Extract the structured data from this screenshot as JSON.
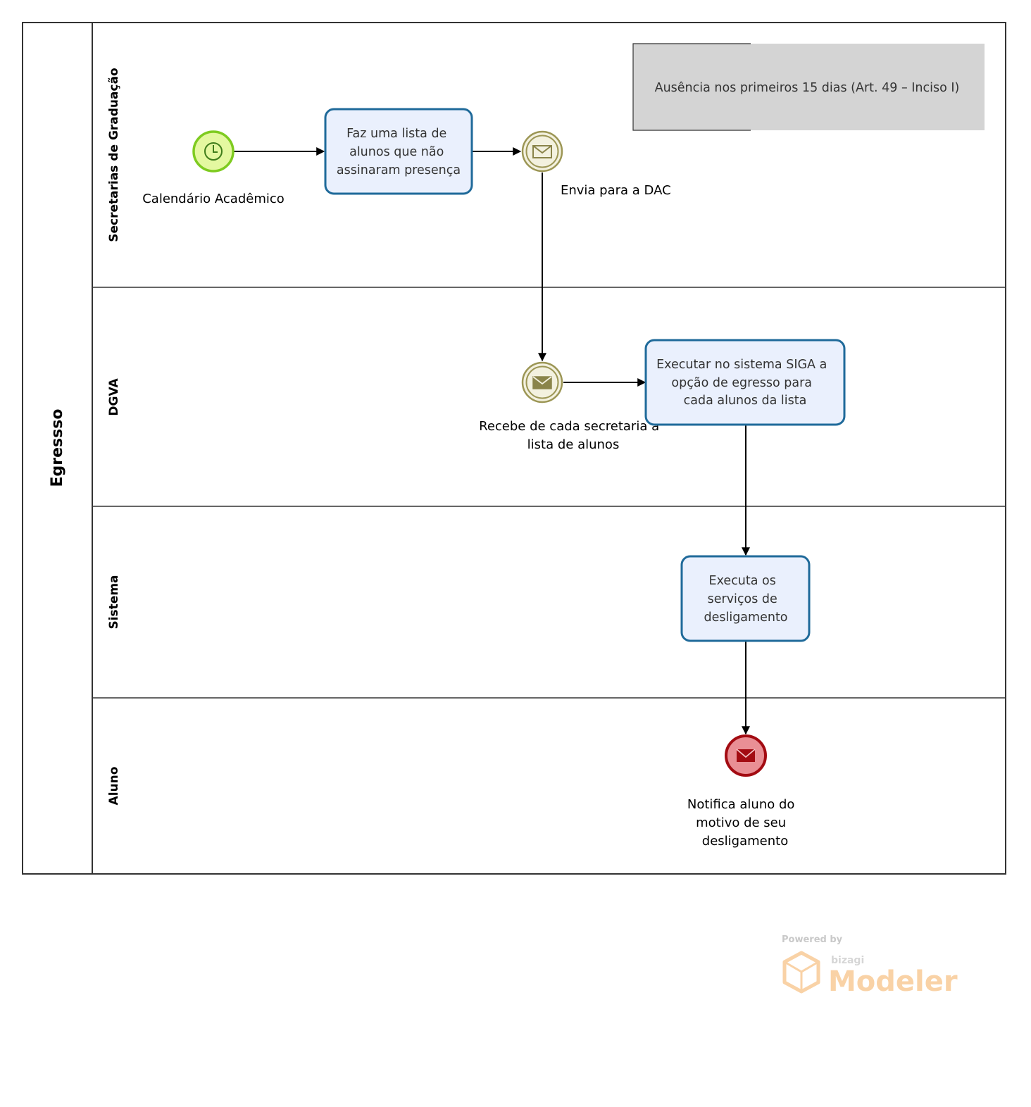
{
  "pool": {
    "title": "Egressso"
  },
  "lanes": [
    {
      "title": "Secretarias de Graduação"
    },
    {
      "title": "DGVA"
    },
    {
      "title": "Sistema"
    },
    {
      "title": "Aluno"
    }
  ],
  "annotation": {
    "text": "Ausência nos primeiros 15 dias (Art. 49 – Inciso I)"
  },
  "events": {
    "start": {
      "label": "Calendário Acadêmico",
      "icon": "clock-icon"
    },
    "send": {
      "label": "Envia para a DAC",
      "icon": "envelope-icon"
    },
    "receive": {
      "label_lines": [
        "Recebe de cada secretaria a",
        "lista de alunos"
      ],
      "icon": "envelope-filled-icon"
    },
    "end": {
      "label_lines": [
        "Notifica aluno do",
        "motivo de seu",
        "desligamento"
      ],
      "icon": "envelope-filled-icon"
    }
  },
  "tasks": {
    "list": {
      "lines": [
        "Faz uma lista de",
        "alunos que não",
        "assinaram presença"
      ]
    },
    "siga": {
      "lines": [
        "Executar no sistema SIGA a",
        "opção de egresso para",
        "cada alunos da lista"
      ]
    },
    "services": {
      "lines": [
        "Executa os",
        "serviços de",
        "desligamento"
      ]
    }
  },
  "watermark": {
    "powered": "Powered by",
    "brand": "bizagi",
    "product": "Modeler"
  },
  "colors": {
    "task_fill": "#eaf0fd",
    "task_stroke": "#1f6a9a",
    "start_fill": "#e4f8a0",
    "start_stroke": "#7ecb20",
    "intermediate_stroke": "#9c9655",
    "end_fill": "#e98f95",
    "end_stroke": "#a30b12",
    "annotation_fill": "#d4d4d4"
  }
}
